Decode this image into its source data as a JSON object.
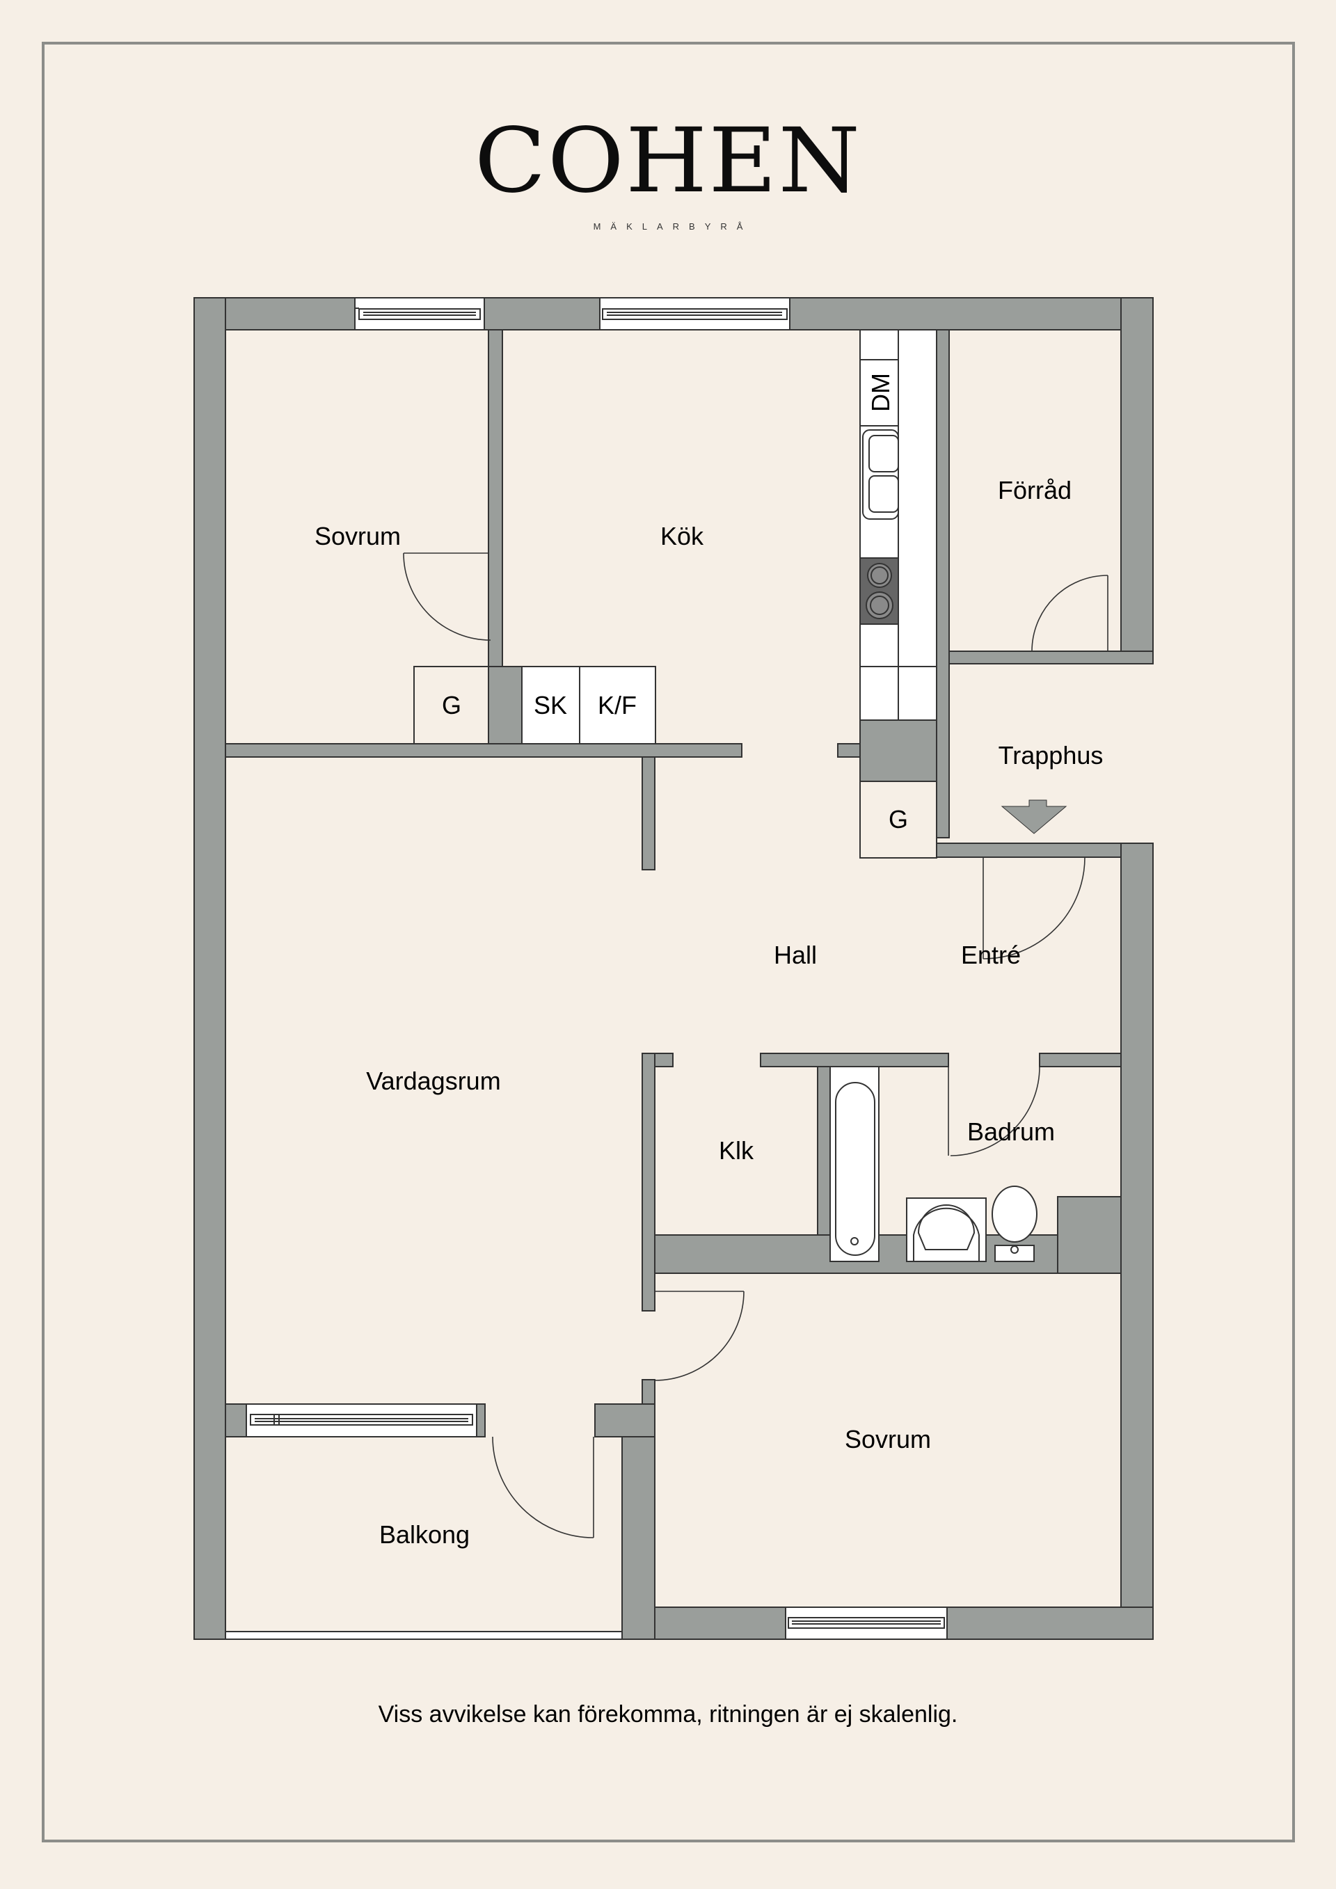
{
  "brand": {
    "name": "COHEN",
    "tagline": "MÄKLARBYRÅ"
  },
  "colors": {
    "background": "#f6efe6",
    "wall": "#9a9e9b",
    "stove": "#666666",
    "fixture": "#ffffff",
    "frame": "#8c8d8a"
  },
  "rooms": {
    "sovrum_1": "Sovrum",
    "kok": "Kök",
    "forrad": "Förråd",
    "trapphus": "Trapphus",
    "hall": "Hall",
    "entre": "Entré",
    "vardagsrum": "Vardagsrum",
    "klk": "Klk",
    "badrum": "Badrum",
    "sovrum_2": "Sovrum",
    "balkong": "Balkong"
  },
  "fixtures": {
    "dishwasher": "DM",
    "wardrobe_1": "G",
    "wardrobe_2": "G",
    "cabinet": "SK",
    "fridge_freezer": "K/F"
  },
  "footer": {
    "disclaimer": "Viss avvikelse kan förekomma, ritningen är ej skalenlig."
  }
}
